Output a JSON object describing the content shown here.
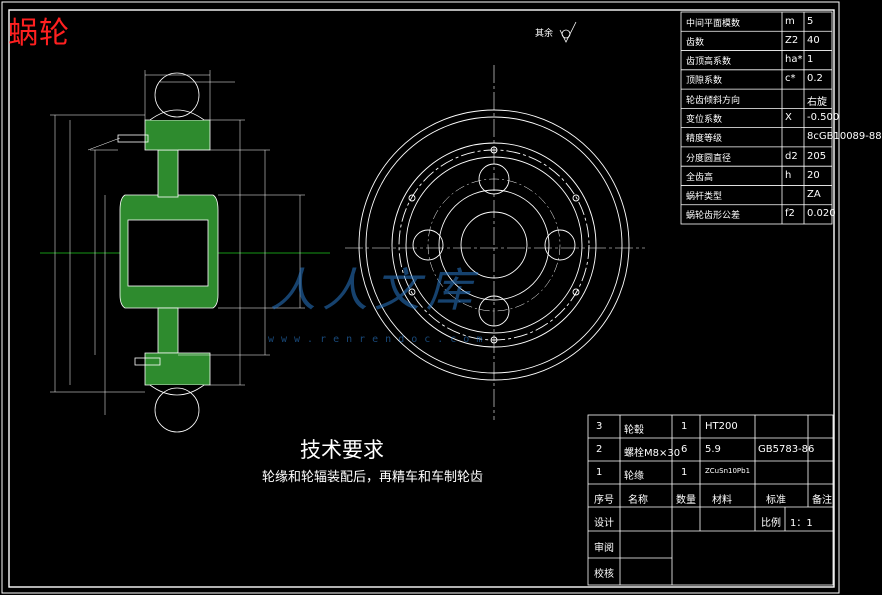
{
  "title": "蜗轮",
  "roughness_label": "其余",
  "technical_requirements": {
    "heading": "技术要求",
    "text": "轮缘和轮辐装配后，再精车和车制轮齿"
  },
  "parameter_table": [
    {
      "name": "中间平面模数",
      "symbol": "m",
      "value": "5"
    },
    {
      "name": "齿数",
      "symbol": "Z2",
      "value": "40"
    },
    {
      "name": "齿顶高系数",
      "symbol": "ha*",
      "value": "1"
    },
    {
      "name": "顶隙系数",
      "symbol": "c*",
      "value": "0.2"
    },
    {
      "name": "轮齿倾斜方向",
      "symbol": "",
      "value": "右旋"
    },
    {
      "name": "变位系数",
      "symbol": "X",
      "value": "-0.500"
    },
    {
      "name": "精度等级",
      "symbol": "",
      "value": "8cGB10089-88"
    },
    {
      "name": "分度圆直径",
      "symbol": "d2",
      "value": "205"
    },
    {
      "name": "全齿高",
      "symbol": "h",
      "value": "20"
    },
    {
      "name": "蜗杆类型",
      "symbol": "",
      "value": "ZA"
    },
    {
      "name": "蜗轮齿形公差",
      "symbol": "f2",
      "value": "0.020"
    }
  ],
  "parts_list": [
    {
      "no": "3",
      "name": "轮毂",
      "qty": "1",
      "material": "HT200",
      "standard": "",
      "note": ""
    },
    {
      "no": "2",
      "name": "螺栓M8×30",
      "qty": "6",
      "material": "5.9",
      "standard": "GB5783-86",
      "note": ""
    },
    {
      "no": "1",
      "name": "轮缘",
      "qty": "1",
      "material": "ZCuSn10Pb1",
      "standard": "",
      "note": ""
    }
  ],
  "parts_header": {
    "no": "序号",
    "name": "名称",
    "qty": "数量",
    "material": "材料",
    "standard": "标准",
    "note": "备注"
  },
  "title_block": {
    "design": "设计",
    "review": "审阅",
    "check": "校核",
    "scale_label": "比例",
    "scale_value": "1：1"
  },
  "watermark": {
    "text": "人人文库",
    "url": "www.renrendoc.com"
  },
  "colors": {
    "background": "#000000",
    "line": "#ffffff",
    "section": "#2e8b2e",
    "dimension": "#ffffff",
    "title": "#ff2020",
    "watermark": "#2878c8"
  }
}
